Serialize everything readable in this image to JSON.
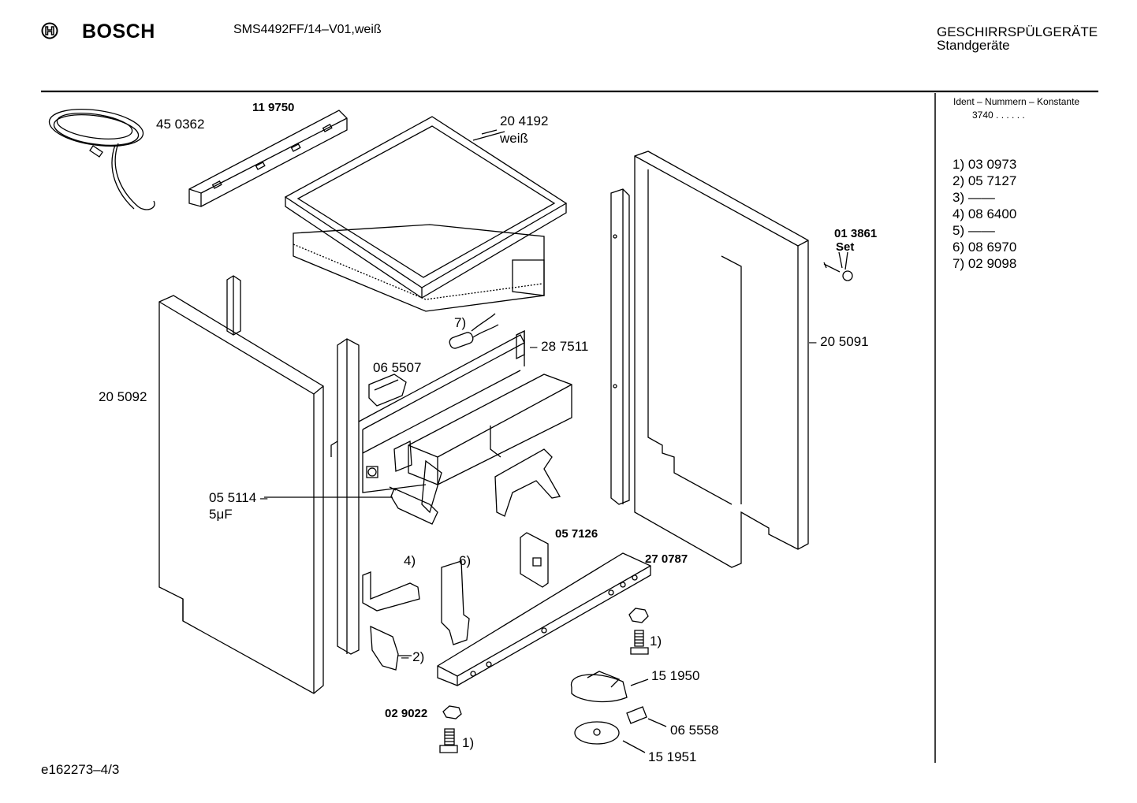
{
  "header": {
    "brand": "BOSCH",
    "model": "SMS4492FF/14–V01,weiß",
    "category_line1": "GESCHIRRSPÜLGERÄTE",
    "category_line2": "Standgeräte"
  },
  "sidebar": {
    "ident_label": "Ident – Nummern – Konstante",
    "ident_value": "3740 . . . . . .",
    "notes": [
      "1)  03 0973",
      "2)  05 7127",
      "3)  ——",
      "4)  08 6400",
      "5)  ——",
      "6)  08 6970",
      "7)  02 9098"
    ]
  },
  "labels": {
    "cable": "45 0362",
    "rail": "11 9750",
    "top_line1": "20 4192",
    "top_line2": "weiß",
    "set_line1": "01 3861",
    "set_line2": "Set",
    "panel_right": "– 20 5091",
    "panel_left": "20 5092",
    "capacitor_7": "7)",
    "bracket": "– 28 7511",
    "switch": "06 5507",
    "capacitor_line1": "05 5114 –",
    "capacitor_line2": "5μF",
    "holder": "05 7126",
    "bar": "27 0787",
    "part_4": "4)",
    "part_6": "6)",
    "part_2": "– 2)",
    "foot_1a": "1)",
    "foot_1b": "1)",
    "foot_part": "15 1950",
    "clip": "06 5558",
    "disc": "15 1951",
    "nut": "02 9022"
  },
  "footer": {
    "code": "e162273–4/3"
  }
}
